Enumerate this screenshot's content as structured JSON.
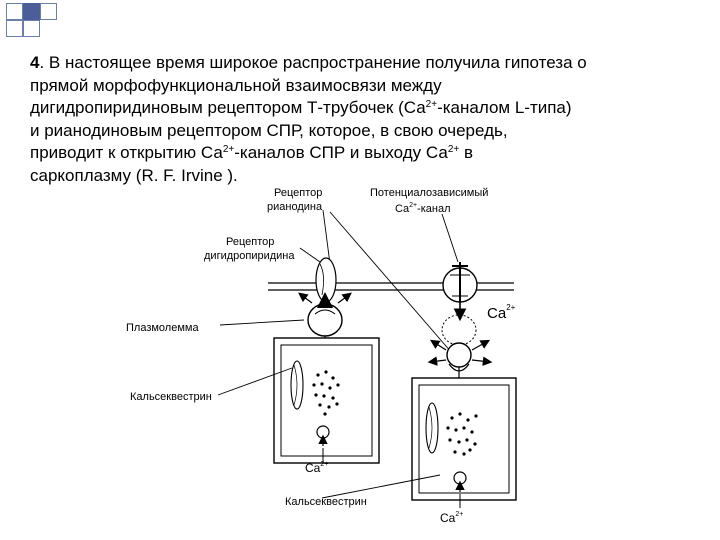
{
  "slide": {
    "number": "4",
    "lines": {
      "l1_rest": ". В настоящее время широкое распространение получила гипотеза о",
      "l2": "прямой морфофункциональной  взаимосвязи  между",
      "l3_a": "дигидропиридиновым  рецептором Т-трубочек (Са",
      "l3_sup": "2+",
      "l3_b": "-каналом L-типа)",
      "l4": "и рианодиновым рецептором СПР, которое,  в  свою  очередь,",
      "l5_a": "приводит к открытию Са",
      "l5_sup": "2+",
      "l5_b": "-каналов СПР и  выходу  Са",
      "l5_sup2": "2+",
      "l5_c": " в",
      "l6": "саркоплазму (R. F. Irvine )."
    }
  },
  "figure": {
    "label_ryanodine_1": "Рецептор",
    "label_ryanodine_2": "рианодина",
    "label_voltage_1": "Потенциалозависимый",
    "label_voltage_2a": "Ca",
    "label_voltage_sup": "2+",
    "label_voltage_2b": "-канал",
    "label_dhp_1": "Рецептор",
    "label_dhp_2": "дигидропиридина",
    "label_ca_release": "Ca",
    "label_ca_release_sup": "2+",
    "label_plasmalemma": "Плазмолемма",
    "label_calseq_left": "Кальсеквестрин",
    "label_ca_left": "Ca",
    "label_ca_left_sup": "2+",
    "label_calseq_bottom": "Кальсеквестрин",
    "label_ca_right": "Ca",
    "label_ca_right_sup": "2+"
  }
}
